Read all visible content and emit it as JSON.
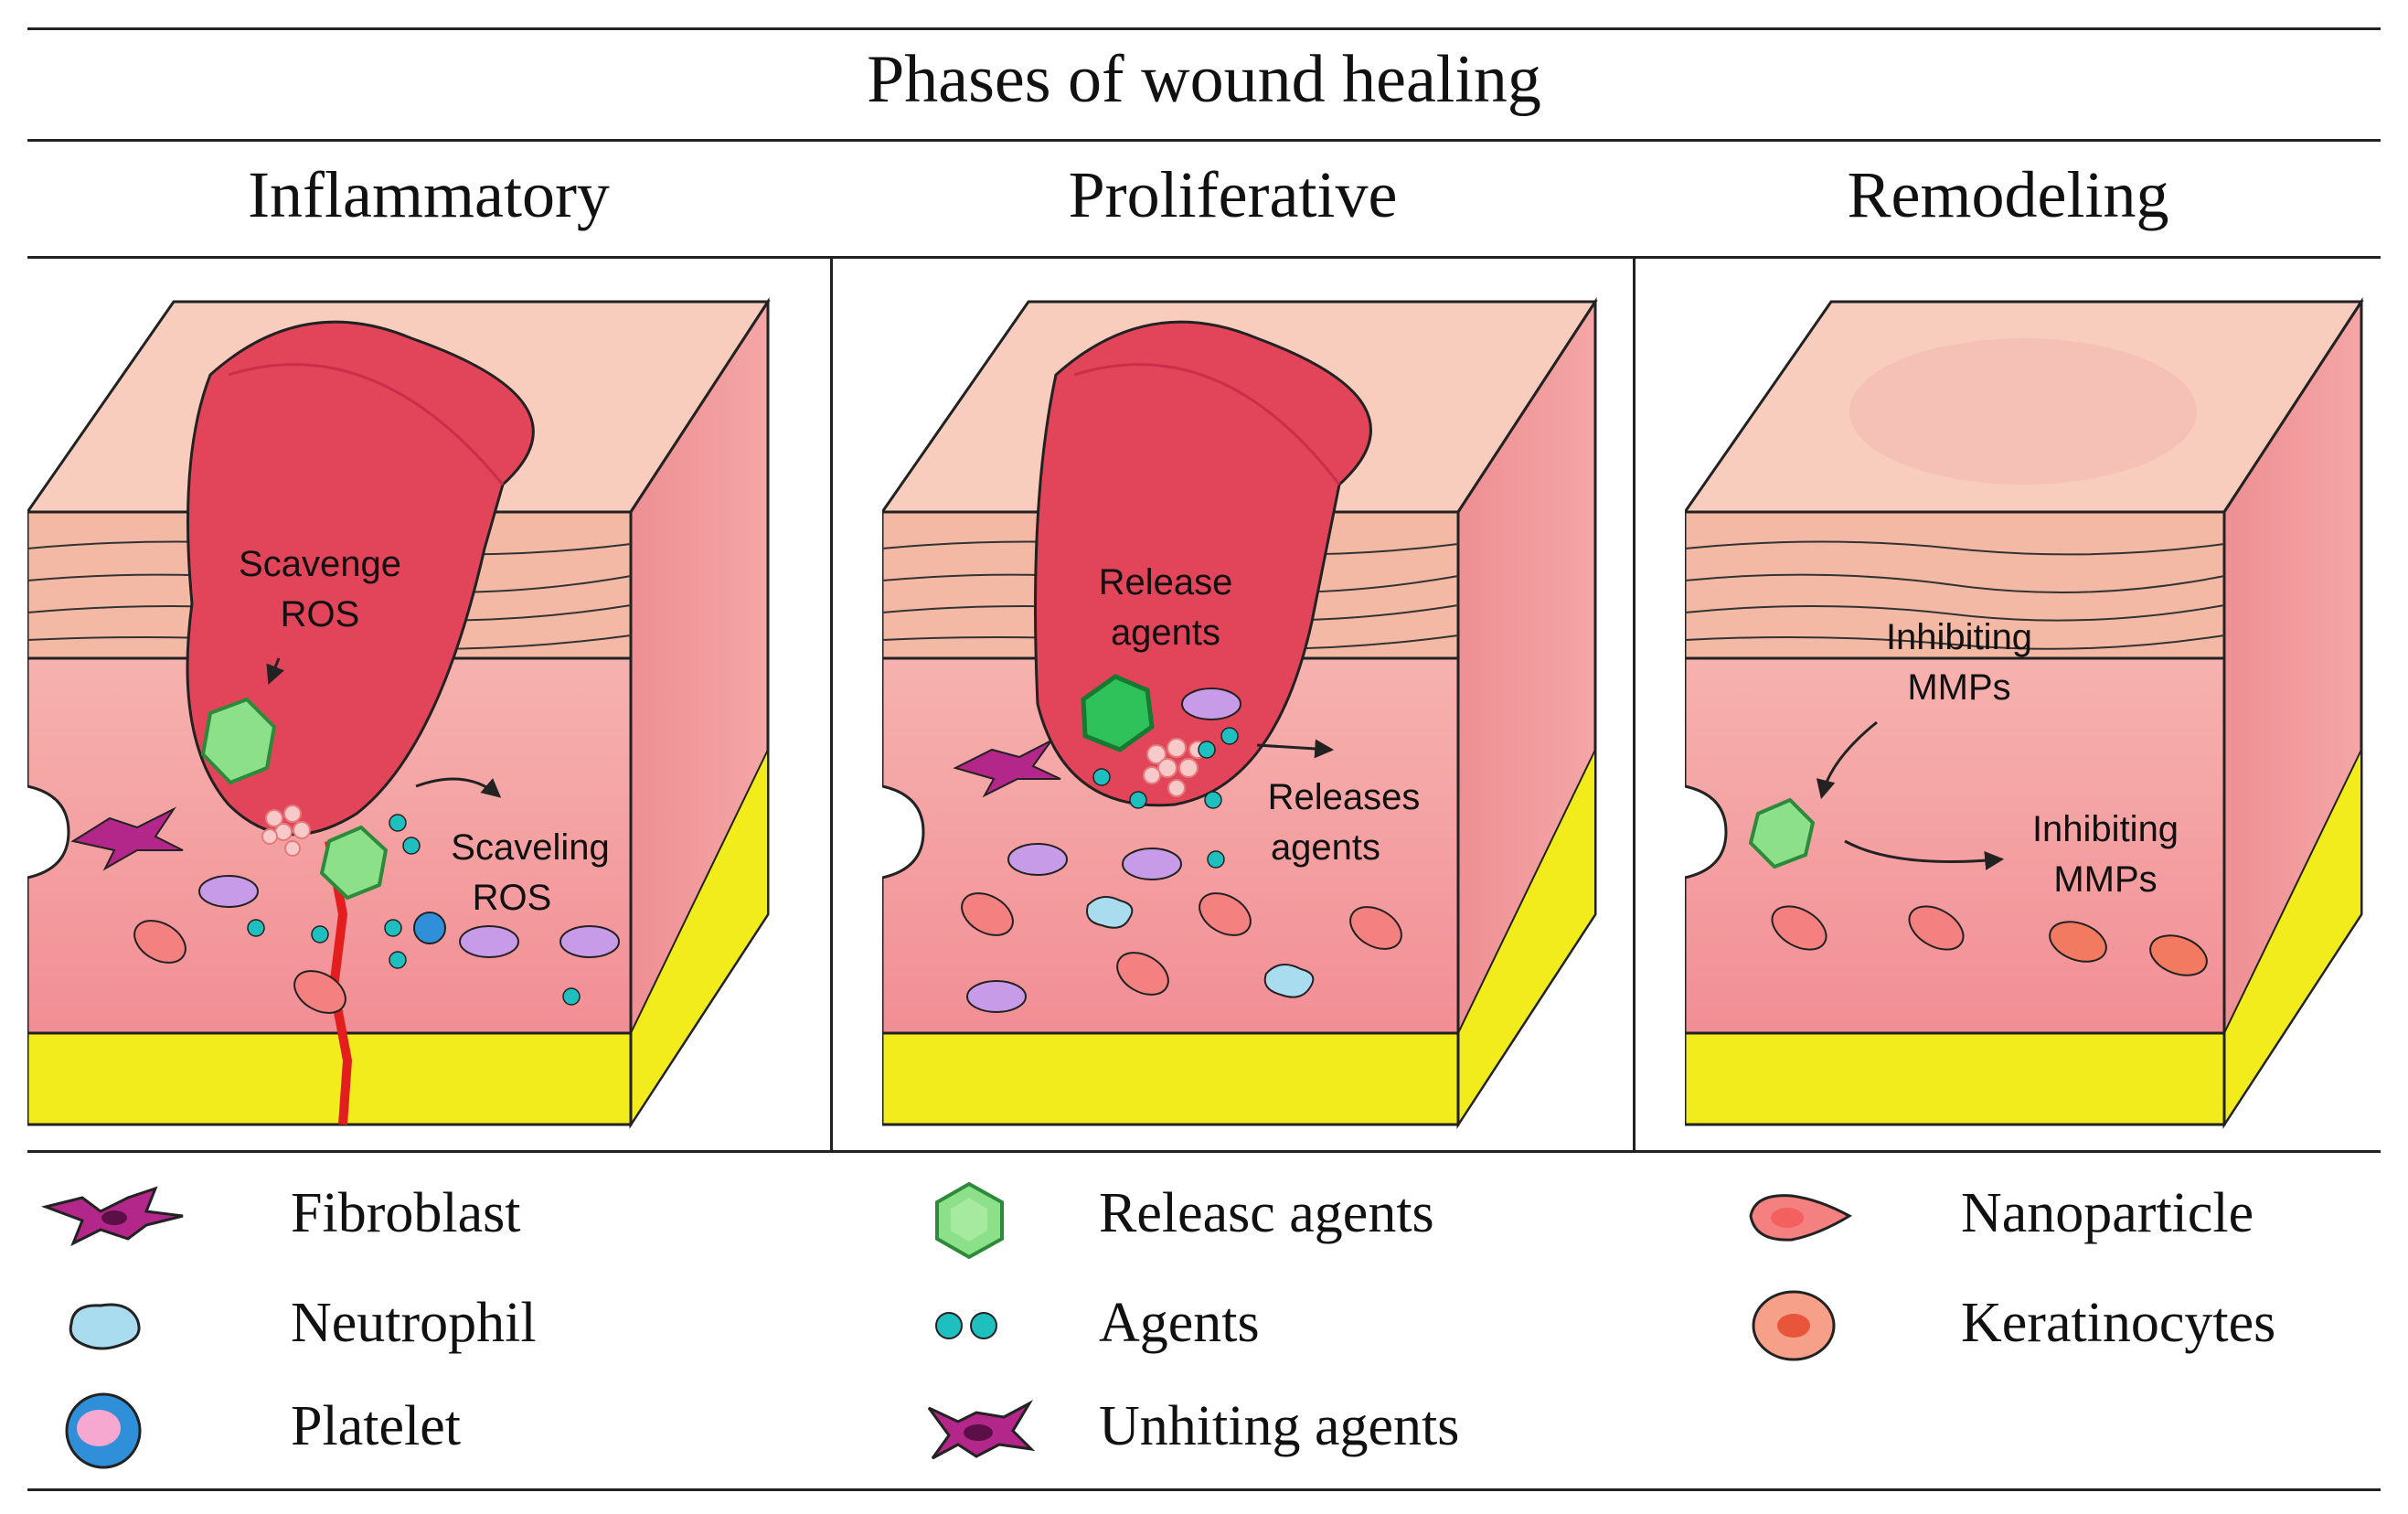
{
  "title": "Phases of wound healing",
  "phases": [
    {
      "name": "Inflammatory",
      "annotations": [
        "Scavenge",
        "ROS",
        "Scaveling",
        "ROS"
      ]
    },
    {
      "name": "Proliferative",
      "annotations": [
        "Release",
        "agents",
        "Releases",
        "agents"
      ]
    },
    {
      "name": "Remodeling",
      "annotations": [
        "Inhibiting",
        "MMPs",
        "Inhibiting",
        "MMPs"
      ]
    }
  ],
  "legend": [
    {
      "label": "Fibroblast",
      "icon": "fibroblast-icon"
    },
    {
      "label": "Neutrophil",
      "icon": "neutrophil-icon"
    },
    {
      "label": "Platelet",
      "icon": "platelet-icon"
    },
    {
      "label": "Releasc agents",
      "icon": "release-agent-icon"
    },
    {
      "label": "Agents",
      "icon": "agents-icon"
    },
    {
      "label": "Unhiting agents",
      "icon": "unhiting-agent-icon"
    },
    {
      "label": "Nanoparticle",
      "icon": "nanoparticle-icon"
    },
    {
      "label": "Keratinocytes",
      "icon": "keratinocyte-icon"
    }
  ],
  "colors": {
    "skin_top": "#f7c9b8",
    "dermis": "#f4a8a8",
    "wound": "#e2445a",
    "fat": "#f2ec1c",
    "fibroblast": "#b3268a",
    "neutrophil": "#a9dcef",
    "platelet_outer": "#2f8fd8",
    "platelet_inner": "#f7a8d0",
    "release_agent": "#8de08a",
    "agents": "#1fbfbf",
    "nanoparticle": "#f48080",
    "keratinocyte": "#f27a60"
  }
}
